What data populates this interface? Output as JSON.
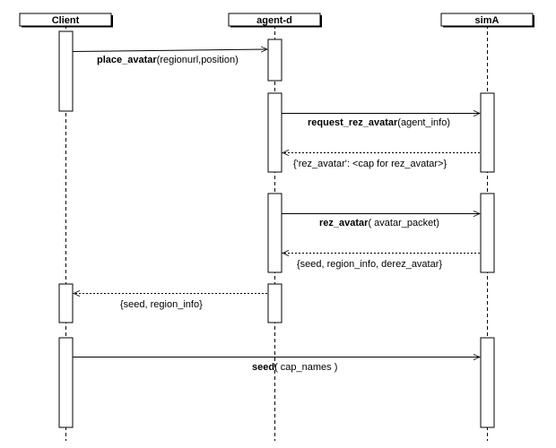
{
  "participants": {
    "client": "Client",
    "agent_d": "agent-d",
    "sim_a": "simA"
  },
  "messages": [
    {
      "name": "place_avatar",
      "args": "(regionurl,position)"
    },
    {
      "name": "request_rez_avatar",
      "args": "(agent_info)"
    },
    {
      "name": "",
      "args": "{'rez_avatar': <cap for rez_avatar>}"
    },
    {
      "name": "rez_avatar",
      "args": "( avatar_packet)"
    },
    {
      "name": "",
      "args": "{seed, region_info, derez_avatar}"
    },
    {
      "name": "",
      "args": "{seed, region_info}"
    },
    {
      "name": "seed",
      "args": "( cap_names )"
    }
  ]
}
